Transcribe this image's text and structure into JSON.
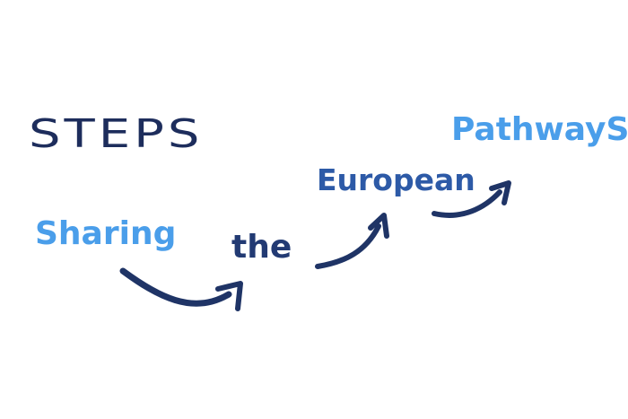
{
  "title": "STEPS",
  "words": {
    "sharing": "Sharing",
    "the": "the",
    "european": "European",
    "pathways": "PathwayS"
  },
  "colors": {
    "dark_navy": "#1d2d5c",
    "arrow_navy": "#1f3466",
    "light_blue": "#4a9eea",
    "mid_blue": "#2d5aa7"
  }
}
